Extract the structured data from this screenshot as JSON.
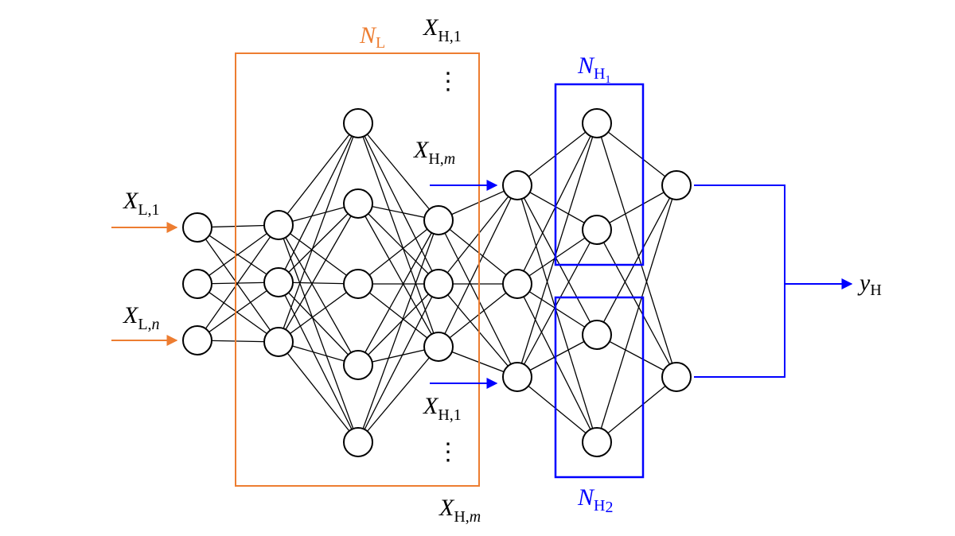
{
  "colors": {
    "low_fidelity": "#ED7D31",
    "high_fidelity": "#0000FF",
    "node_stroke": "#000000",
    "edge": "#000000",
    "label_text": "#000000"
  },
  "labels": {
    "nl_main": "N",
    "nl_sub": "L",
    "nh1_main": "N",
    "nh1_sub": "H",
    "nh1_subsub": "1",
    "nh2_main": "N",
    "nh2_sub": "H",
    "nh2_subsub": "2",
    "xl1_main": "X",
    "xl1_sub_a": "L,",
    "xl1_sub_b": "1",
    "xln_main": "X",
    "xln_sub_a": "L,",
    "xln_sub_b": "n",
    "xh1_top_main": "X",
    "xh1_top_sub_a": "H,",
    "xh1_top_sub_b": "1",
    "xhm_top_main": "X",
    "xhm_top_sub_a": "H,",
    "xhm_top_sub_b": "m",
    "xh1_bot_main": "X",
    "xh1_bot_sub_a": "H,",
    "xh1_bot_sub_b": "1",
    "xhm_bot_main": "X",
    "xhm_bot_sub_a": "H,",
    "xhm_bot_sub_b": "m",
    "yh_main": "y",
    "yh_sub": "H",
    "ellipsis_top": "⋮",
    "ellipsis_bottom": "⋮"
  }
}
